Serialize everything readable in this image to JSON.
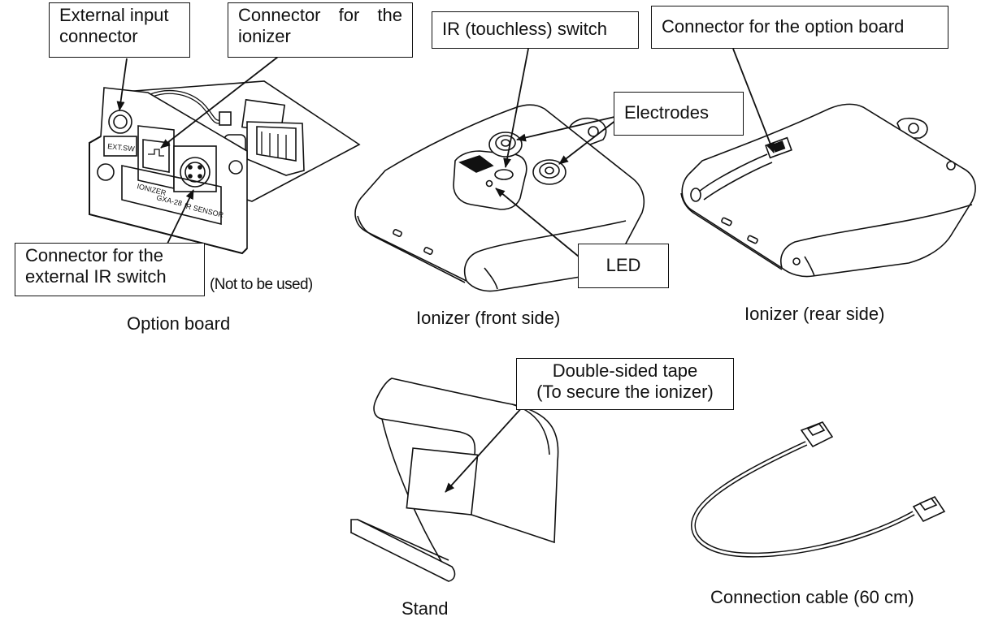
{
  "callouts": {
    "external_input": [
      "External input",
      "connector"
    ],
    "ionizer_connector": [
      "Connector  for  the",
      "ionizer"
    ],
    "ir_switch": "IR (touchless) switch",
    "option_board_connector": "Connector for the option board",
    "electrodes": "Electrodes",
    "led": "LED",
    "external_ir": [
      "Connector for the",
      "external IR switch"
    ],
    "tape": [
      "Double-sided tape",
      "(To secure the ionizer)"
    ]
  },
  "notes": {
    "not_used": "(Not to be used)"
  },
  "captions": {
    "option_board": "Option board",
    "front": "Ionizer (front side)",
    "rear": "Ionizer (rear side)",
    "stand": "Stand",
    "cable": "Connection cable (60 cm)"
  },
  "board_labels": {
    "ext_sw": "EXT.SW",
    "ionizer": "IONIZER",
    "model": "GXA-28",
    "ir_sensor": "IR SENSOR"
  },
  "colors": {
    "line": "#111111",
    "background": "#ffffff"
  }
}
